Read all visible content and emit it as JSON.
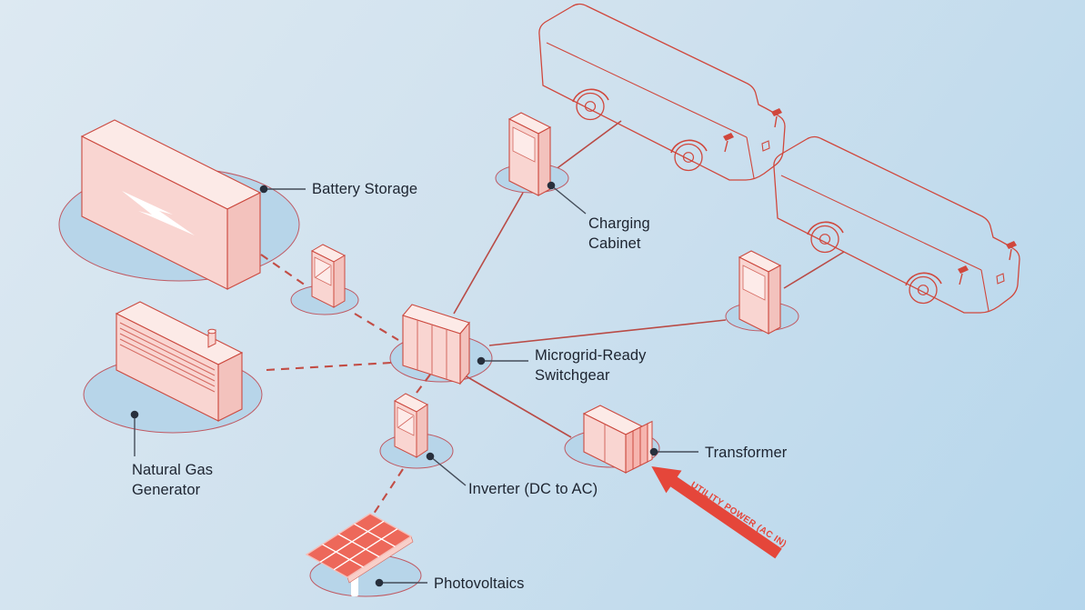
{
  "title": "Microgrid-ready electric bus charging infrastructure diagram",
  "labels": {
    "battery_storage": "Battery Storage",
    "charging_cabinet": "Charging Cabinet",
    "switchgear": "Microgrid-Ready Switchgear",
    "transformer": "Transformer",
    "inverter": "Inverter (DC to AC)",
    "photovoltaics": "Photovoltaics",
    "natural_gas_generator": "Natural Gas Generator",
    "utility_power": "UTILITY POWER (AC IN)"
  },
  "diagram": {
    "type": "isometric-infographic",
    "nodes": [
      {
        "id": "battery-storage",
        "label": "Battery Storage"
      },
      {
        "id": "battery-inverter-cabinet",
        "label": ""
      },
      {
        "id": "natural-gas-generator",
        "label": "Natural Gas Generator"
      },
      {
        "id": "photovoltaics",
        "label": "Photovoltaics"
      },
      {
        "id": "inverter",
        "label": "Inverter (DC to AC)"
      },
      {
        "id": "microgrid-switchgear",
        "label": "Microgrid-Ready Switchgear"
      },
      {
        "id": "charging-cabinet-1",
        "label": "Charging Cabinet"
      },
      {
        "id": "charging-cabinet-2",
        "label": ""
      },
      {
        "id": "transformer",
        "label": "Transformer"
      },
      {
        "id": "bus-1",
        "label": ""
      },
      {
        "id": "bus-2",
        "label": ""
      }
    ],
    "edges": [
      {
        "from": "battery-storage",
        "to": "battery-inverter-cabinet",
        "style": "dashed"
      },
      {
        "from": "battery-inverter-cabinet",
        "to": "microgrid-switchgear",
        "style": "dashed"
      },
      {
        "from": "natural-gas-generator",
        "to": "microgrid-switchgear",
        "style": "dashed"
      },
      {
        "from": "photovoltaics",
        "to": "inverter",
        "style": "dashed"
      },
      {
        "from": "inverter",
        "to": "microgrid-switchgear",
        "style": "dashed"
      },
      {
        "from": "microgrid-switchgear",
        "to": "charging-cabinet-1",
        "style": "solid"
      },
      {
        "from": "charging-cabinet-1",
        "to": "bus-1",
        "style": "solid"
      },
      {
        "from": "microgrid-switchgear",
        "to": "charging-cabinet-2",
        "style": "solid"
      },
      {
        "from": "charging-cabinet-2",
        "to": "bus-2",
        "style": "solid"
      },
      {
        "from": "microgrid-switchgear",
        "to": "transformer",
        "style": "solid"
      },
      {
        "from": "utility-power",
        "to": "transformer",
        "style": "arrow"
      }
    ],
    "colors": {
      "background_from": "#dde9f2",
      "background_to": "#b5d6ec",
      "box_outline_red": "#cc4a40",
      "box_front_pink": "#f9d5d1",
      "box_top_pink": "#fceae7",
      "box_side_pink": "#f3c2bd",
      "fin_pink": "#f6b5af",
      "shadow_ellipse_blue": "#b7d5e9",
      "ellipse_stroke": "#c05962",
      "connection_red": "#b94b46",
      "dashed_red": "#c24d45",
      "bus_outline": "#d0473c",
      "solar_panel_red": "#ed685a",
      "utility_arrow_red": "#e5463a",
      "label_text": "#1d2430",
      "leader_line": "#444c59",
      "leader_dot": "#272f3c",
      "bolt_white": "#ffffff"
    }
  }
}
